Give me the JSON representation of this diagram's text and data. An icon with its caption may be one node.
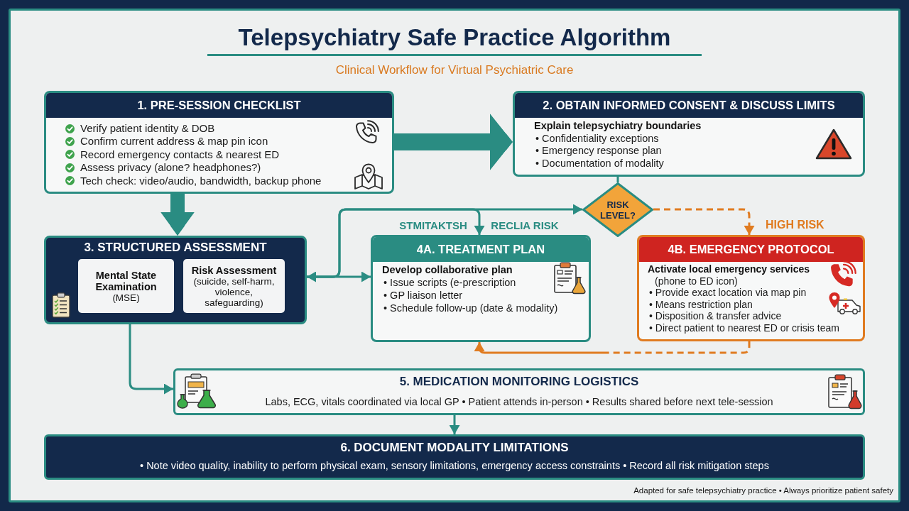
{
  "diagram": {
    "title": "Telepsychiatry Safe Practice Algorithm",
    "nodes": [
      {
        "text": [
          "1. PRE-SESSION CHECKLIST",
          "Verify patient identity & DOB",
          "Confirm current address & map pin icon",
          "Record emergency contacts & nearest ED",
          "Assess privacy (alone? headphones?)",
          "Tech check: video/audio, bandwidth, backup phone"
        ]
      },
      {
        "text": [
          "2. OBTAIN INFORMED CONSENT & DISCUSS LIMITS",
          "Explain telepsychiatry boundaries",
          "• Confidentiality exceptions",
          "• Emergency response plan",
          "• Documentation of modality"
        ]
      },
      {
        "text": [
          "RISK LEVEL?"
        ]
      },
      {
        "text": [
          "3. STRUCTURED ASSESSMENT"
        ]
      },
      {
        "text": [
          "Mental State Examination",
          "(MSE)"
        ],
        "in": 3
      },
      {
        "text": [
          "Risk Assessment",
          "(suicide, self-harm, violence, safeguarding)"
        ],
        "in": 3
      },
      {
        "text": [
          "4A. TREATMENT PLAN",
          "Develop collaborative plan",
          "• Issue scripts (e-prescription",
          "• GP liaison letter",
          "• Schedule follow-up (date & modality)"
        ]
      },
      {
        "text": [
          "4B. EMERGENCY PROTOCOL",
          "Activate local emergency services",
          "(phone to ED icon)",
          "• Provide exact location via map pin",
          "• Means restriction plan",
          "• Disposition & transfer advice",
          "• Direct patient to nearest ED or crisis team"
        ]
      },
      {
        "text": [
          "5. MEDICATION MONITORING LOGISTICS",
          "Labs, ECG, vitals coordinated via local GP • Patient attends in-person • Results shared before next tele-session"
        ]
      },
      {
        "text": [
          "6. DOCUMENT MODALITY LIMITATIONS",
          "• Note video quality, inability to perform physical exam, sensory limitations, emergency access constraints • Record all risk mitigation steps"
        ]
      }
    ],
    "edges": [
      {
        "from": 0,
        "to": 1,
        "arrow": "to",
        "style": "thick"
      },
      {
        "from": 0,
        "to": 3,
        "arrow": "to",
        "style": "thick"
      },
      {
        "from": 1,
        "to": 2,
        "arrow": "none"
      },
      {
        "from": 3,
        "to": 6,
        "arrow": "both"
      },
      {
        "from": 3,
        "to": 2,
        "arrow": "to"
      },
      {
        "from": 3,
        "to": 6,
        "arrow": "to"
      },
      {
        "from": 2,
        "to": 7,
        "arrow": "to",
        "label": "HIGH RISK",
        "style": "dashed",
        "color": "#e07b20"
      },
      {
        "from": 7,
        "to": 6,
        "arrow": "to",
        "style": "dashed",
        "color": "#e07b20"
      },
      {
        "from": 3,
        "to": 8,
        "arrow": "to"
      },
      {
        "from": 8,
        "to": 9,
        "arrow": "to"
      }
    ],
    "labels": [
      "Clinical Workflow for Virtual Psychiatric Care",
      "STMITAKTSH",
      "RECLIA RISK",
      "Adapted for safe telepsychiatry practice • Always prioritize patient safety"
    ]
  }
}
